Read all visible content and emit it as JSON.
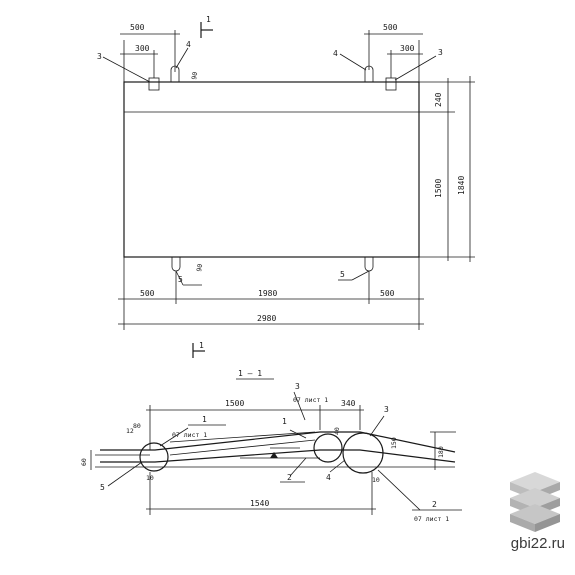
{
  "plan": {
    "top_left_500": "500",
    "top_left_300": "300",
    "top_right_500": "500",
    "top_right_300": "300",
    "callout_3_left": "3",
    "callout_4_left": "4",
    "callout_4_right": "4",
    "callout_3_right": "3",
    "section_mark_top": "1",
    "dim_90_top": "90",
    "right_240": "240",
    "right_1500": "1500",
    "right_1840": "1840",
    "bottom_90": "90",
    "callout_5_left": "5",
    "callout_5_right": "5",
    "bottom_500_left": "500",
    "bottom_1980": "1980",
    "bottom_500_right": "500",
    "total_2980": "2980",
    "section_mark_bottom": "1"
  },
  "section": {
    "title": "1 — 1",
    "dim_1500": "1500",
    "dim_340": "340",
    "callout_3a": "3",
    "callout_1": "1",
    "callout_1b": "1",
    "callout_3b": "3",
    "note_sheet_left": "07 лист 1",
    "note_sheet_right": "07 лист 1",
    "dim_40": "40",
    "dim_150": "150",
    "dim_180": "180",
    "dim_80": "80",
    "dim_60": "60",
    "dim_10_left": "10",
    "dim_10_right": "10",
    "dim_12": "12",
    "callout_5": "5",
    "callout_2": "2",
    "callout_4": "4",
    "dim_1540": "1540",
    "callout_2b": "2",
    "note_sheet_bottom": "07 лист 1"
  },
  "watermark": {
    "site": "gbi22.ru"
  }
}
